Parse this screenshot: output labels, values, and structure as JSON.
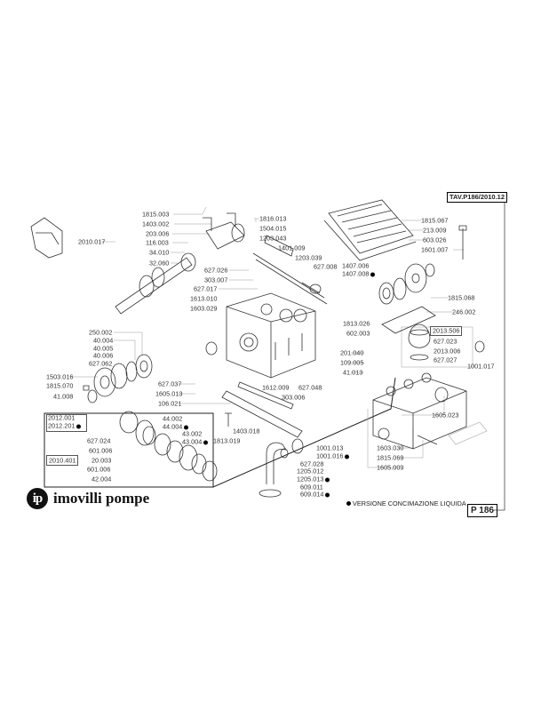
{
  "header": {
    "sheet_code": "TAV.P186/2010.12"
  },
  "footer": {
    "page": "P 186",
    "note": "VERSIONE CONCIMAZIONE LIQUIDA",
    "brand": "imovilli pompe",
    "brand_mark": "ip"
  },
  "labels": [
    "2010.017",
    "1815.003",
    "1403.002",
    "203.006",
    "116.003",
    "34.010",
    "32.060",
    "627.026",
    "303.007",
    "627.017",
    "1613.010",
    "1603.029",
    "1816.013",
    "1504.015",
    "1203.043",
    "1401.009",
    "1203.039",
    "627.008",
    "1407.006",
    "1407.008",
    "1815.067",
    "213.009",
    "603.026",
    "1601.007",
    "1815.068",
    "246.002",
    "250.002",
    "40.004",
    "40.005",
    "40.006",
    "627.062",
    "1503.016",
    "1815.070",
    "41.008",
    "627.037",
    "1605.013",
    "106.021",
    "2012.001",
    "2012.201",
    "627.024",
    "601.006",
    "20.003",
    "601.006",
    "42.004",
    "2010.401",
    "44.002",
    "44.004",
    "43.002",
    "43.004",
    "1403.018",
    "1813.019",
    "1813.026",
    "602.003",
    "201.040",
    "109.005",
    "41.013",
    "1612.009",
    "627.048",
    "303.006",
    "2013.506",
    "627.023",
    "2013.006",
    "627.027",
    "1001.017",
    "1605.023",
    "1603.030",
    "1815.069",
    "1605.009",
    "1001.013",
    "1001.016",
    "627.028",
    "1205.012",
    "1205.013",
    "609.011",
    "609.014"
  ]
}
